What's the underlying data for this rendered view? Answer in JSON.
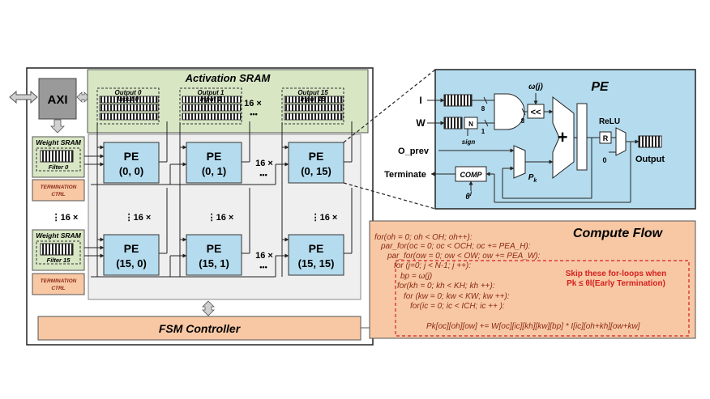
{
  "axi": {
    "label": "AXI"
  },
  "activation_sram": {
    "title": "Activation  SRAM",
    "bank_first": {
      "output": "Output 0",
      "input": "Input 0"
    },
    "bank_second": {
      "output": "Output 1",
      "input": "Input 1"
    },
    "bank_last": {
      "output": "Output 15",
      "input": "Input 15"
    },
    "repeat": "16 ×",
    "ellipsis": "•••"
  },
  "weight_sram": {
    "title": "Weight  SRAM",
    "filter_first": "Filter 0",
    "filter_last": "Filter 15",
    "termination_line1": "TERMINATION",
    "termination_line2": "CTRL",
    "repeat": "⋮16 ×"
  },
  "pe_array": {
    "pe_label": "PE",
    "cells": {
      "r0c0": "(0, 0)",
      "r0c1": "(0, 1)",
      "r0c15": "(0, 15)",
      "r15c0": "(15, 0)",
      "r15c1": "(15, 1)",
      "r15c15": "(15, 15)"
    },
    "col_repeat": "16 ×",
    "row_repeat": "⋮16 ×",
    "ellipsis": "•••"
  },
  "fsm": {
    "label": "FSM Controller"
  },
  "pe_detail": {
    "title": "PE",
    "input_i": "I",
    "input_w": "W",
    "input_oprev": "O_prev",
    "output_terminate": "Terminate",
    "output": "Output",
    "omega": "ω(j)",
    "sign": "sign",
    "bits_8a": "8",
    "bits_1": "1",
    "bits_8b": "8",
    "n_label": "N",
    "relu": "ReLU",
    "reg": "R",
    "zero": "0",
    "comp": "COMP",
    "theta": "θ",
    "theta_sup": "l",
    "pk": "P",
    "pk_sub": "k",
    "shift": "<<",
    "plus": "+"
  },
  "compute_flow": {
    "title": "Compute Flow",
    "lines": [
      "for(oh = 0; oh < OH; oh++):",
      "par_for(oc = 0; oc < OCH; oc += PEA_H):",
      "par_for(ow = 0; ow < OW; ow += PEA_W):",
      "for (j=0; j < N-1; j ++):",
      "bp = ω(j)",
      "for(kh = 0; kh < KH; kh ++):",
      "for (kw = 0; kw < KW; kw ++):",
      "for(ic = 0; ic < ICH; ic ++ ):",
      "Pk[oc][oh][ow] += W[oc][ic][kh][kw][bp] * I[ic][oh+kh][ow+kw]"
    ],
    "note_line1": "Skip these for-loops when",
    "note_line2": "Pk ≤ θl(Early Termination)"
  },
  "colors": {
    "pe_blue": "#b5dcee",
    "sram_green": "#d8e6c4",
    "orange": "#f8c8a4",
    "code_red": "#d42020"
  }
}
